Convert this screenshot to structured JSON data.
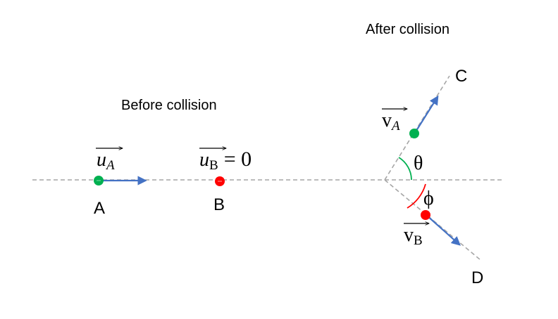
{
  "captions": {
    "before": "Before collision",
    "after": "After collision"
  },
  "points": {
    "a": "A",
    "b": "B",
    "c": "C",
    "d": "D"
  },
  "vectors": {
    "u_a": {
      "base": "u",
      "sub": "A"
    },
    "u_b": {
      "base": "u",
      "sub": "B",
      "rhs": "= 0"
    },
    "v_a": {
      "base": "v",
      "sub": "A"
    },
    "v_b": {
      "base": "v",
      "sub": "B"
    }
  },
  "angles": {
    "theta": "θ",
    "phi": "ϕ"
  },
  "colors": {
    "ball_a": "#00b050",
    "ball_b": "#ff0000",
    "velocity": "#4472c4",
    "dashed_line": "#a6a6a6",
    "theta_arc": "#00b050",
    "phi_arc": "#ff0000"
  }
}
